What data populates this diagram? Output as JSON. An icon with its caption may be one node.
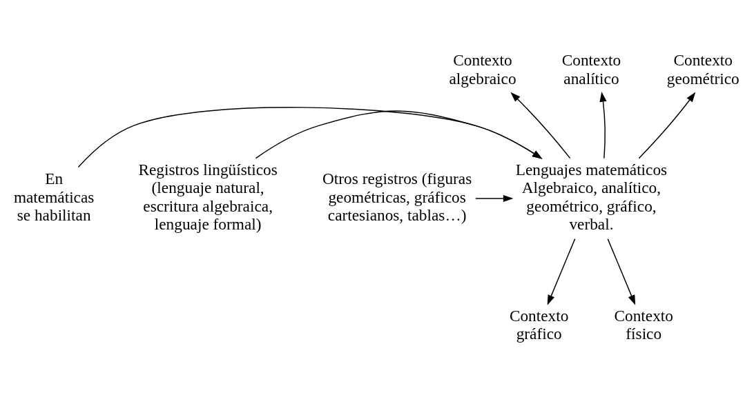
{
  "diagram": {
    "nodes": [
      {
        "text": [
          "En matemáticas se habilitan"
        ]
      },
      {
        "text": [
          "Lenguajes matemáticos",
          "Algebraico, analítico, geométrico, gráfico, verbal."
        ]
      },
      {
        "text": [
          "Contexto algebraico"
        ]
      },
      {
        "text": [
          "Contexto analítico"
        ]
      },
      {
        "text": [
          "Contexto geométrico"
        ]
      },
      {
        "text": [
          "Registros lingüísticos (lenguaje natural, escritura algebraica, lenguaje formal)"
        ]
      },
      {
        "text": [
          "Otros registros (figuras geométricas, gráficos cartesianos, tablas…)"
        ]
      },
      {
        "text": [
          "Contexto gráfico"
        ]
      },
      {
        "text": [
          "Contexto físico"
        ]
      }
    ],
    "edges": [
      {
        "from": 0,
        "to": 1,
        "arrow": "to"
      },
      {
        "from": 1,
        "to": 2,
        "arrow": "to"
      },
      {
        "from": 1,
        "to": 3,
        "arrow": "to"
      },
      {
        "from": 1,
        "to": 4,
        "arrow": "to"
      },
      {
        "from": 5,
        "to": 1,
        "arrow": "to"
      },
      {
        "from": 6,
        "to": 1,
        "arrow": "to"
      },
      {
        "from": 1,
        "to": 7,
        "arrow": "to"
      },
      {
        "from": 1,
        "to": 8,
        "arrow": "to"
      }
    ]
  }
}
